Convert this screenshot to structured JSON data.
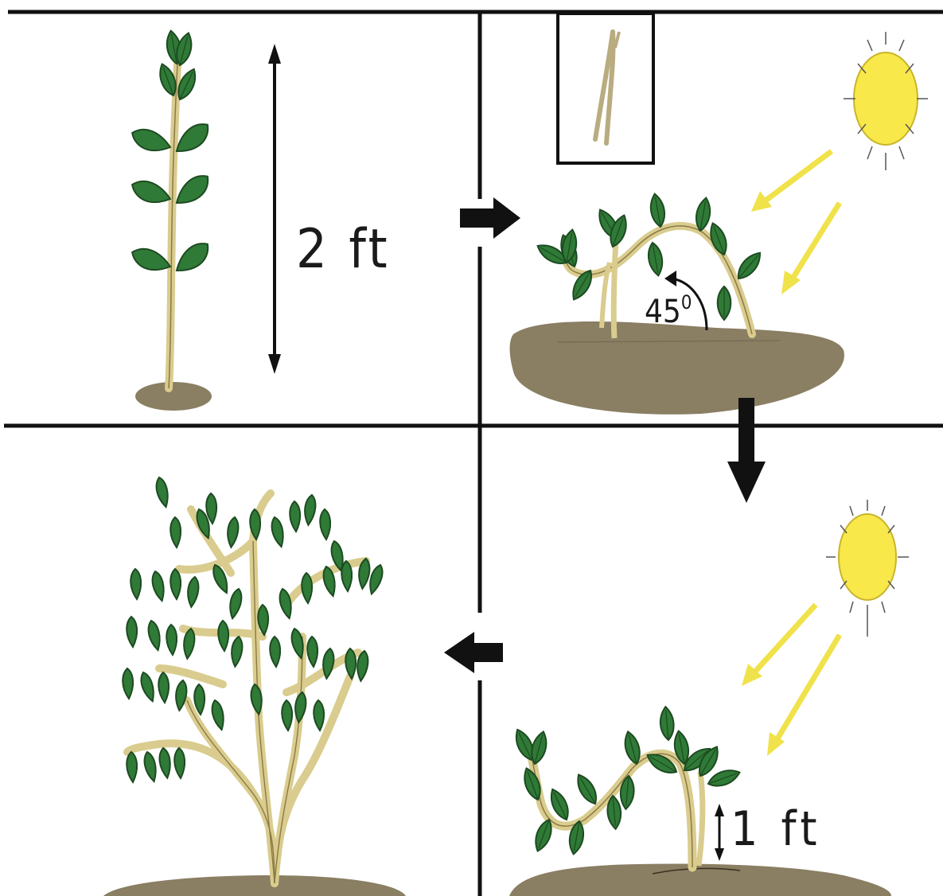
{
  "labels": {
    "height_2ft": "2 ft",
    "angle_value": "45",
    "angle_unit": "0",
    "height_1ft": "1 ft"
  },
  "colors": {
    "leaf": "#2f7a36",
    "leaf_dark": "#1d4a22",
    "stem": "#e6d9a0",
    "soil": "#8a7e63",
    "sun": "#f8e84a",
    "sun_ray": "#f0e24a",
    "frame": "#111111"
  },
  "icons": [
    "sun-icon",
    "right-arrow-icon",
    "down-arrow-icon",
    "left-arrow-icon",
    "stem-split-icon"
  ]
}
